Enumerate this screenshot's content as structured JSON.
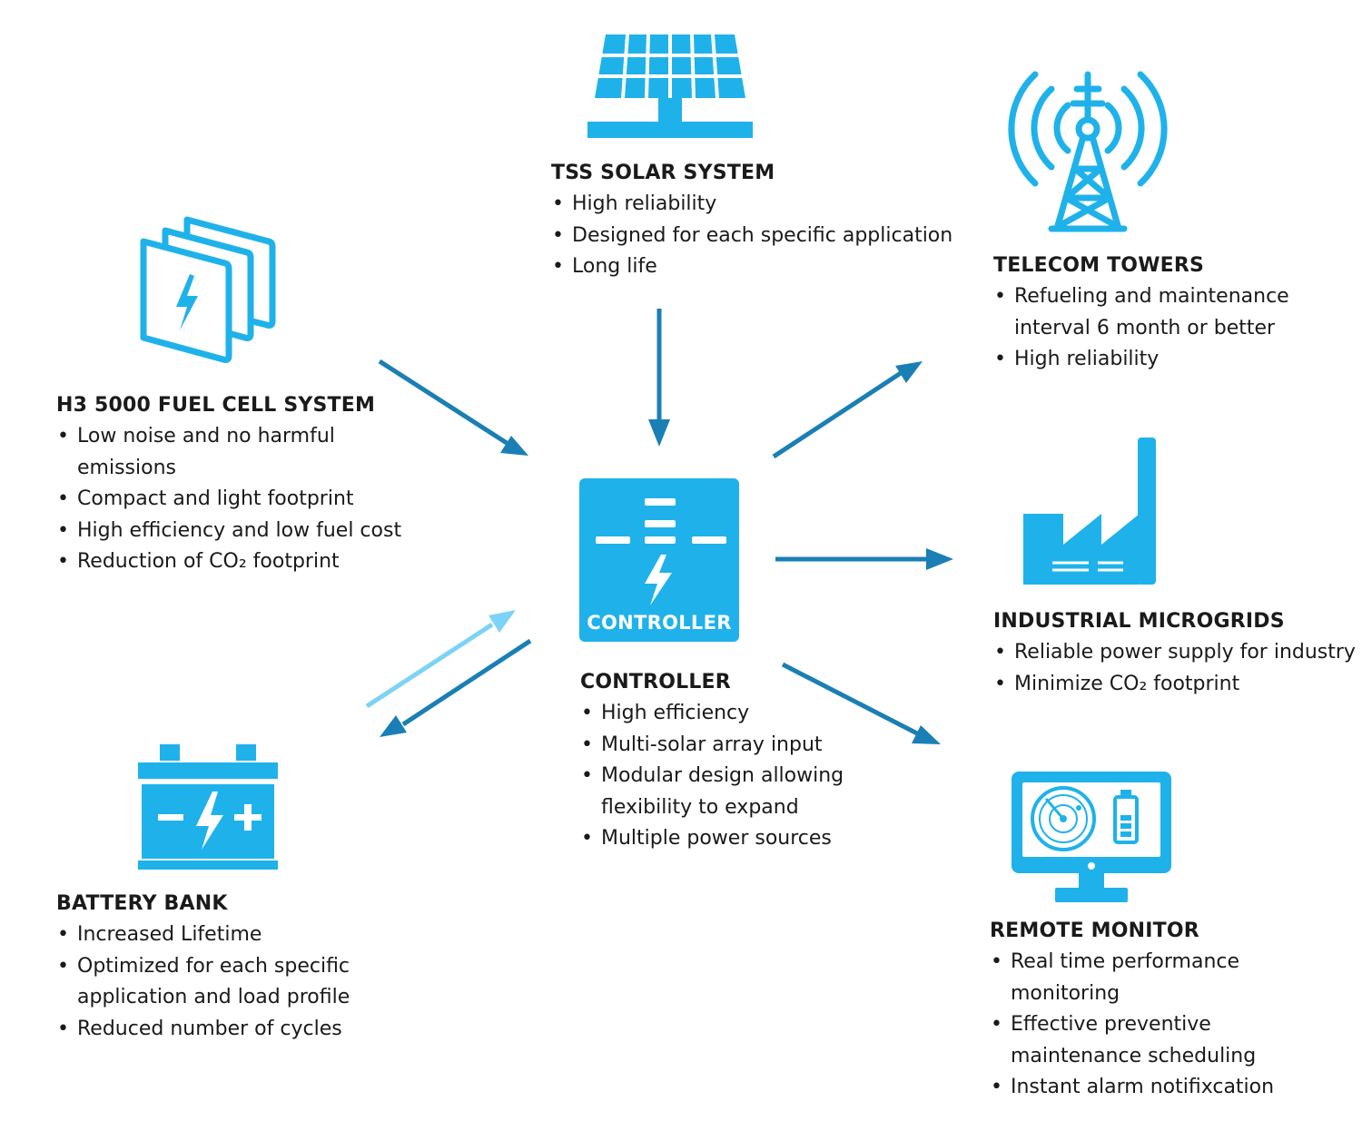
{
  "colors": {
    "icon": "#1fb2ea",
    "arrow_dark": "#1a7fb4",
    "arrow_light": "#7dd3f5",
    "text": "#1a1a1a"
  },
  "solar": {
    "title": "TSS SOLAR SYSTEM",
    "bullets": [
      "High reliability",
      "Designed for each specific application",
      "Long life"
    ]
  },
  "fuel_cell": {
    "title": "H3 5000 FUEL CELL SYSTEM",
    "bullets": [
      "Low noise and no harmful emissions",
      "Compact and light footprint",
      "High efficiency and low fuel cost",
      "Reduction of CO₂ footprint"
    ]
  },
  "telecom": {
    "title": "TELECOM TOWERS",
    "bullets": [
      "Refueling and maintenance interval 6 month or better",
      "High reliability"
    ]
  },
  "controller": {
    "icon_label": "CONTROLLER",
    "title": "CONTROLLER",
    "bullets": [
      "High efficiency",
      "Multi-solar array input",
      "Modular design allowing flexibility to expand",
      "Multiple power sources"
    ]
  },
  "microgrids": {
    "title": "INDUSTRIAL MICROGRIDS",
    "bullets": [
      "Reliable power supply for industry",
      "Minimize CO₂ footprint"
    ]
  },
  "battery": {
    "title": "BATTERY BANK",
    "bullets": [
      "Increased Lifetime",
      "Optimized for each specific application and load profile",
      "Reduced number of cycles"
    ]
  },
  "remote": {
    "title": "REMOTE MONITOR",
    "bullets": [
      "Real time performance monitoring",
      "Effective preventive maintenance scheduling",
      "Instant alarm notifixcation"
    ]
  }
}
